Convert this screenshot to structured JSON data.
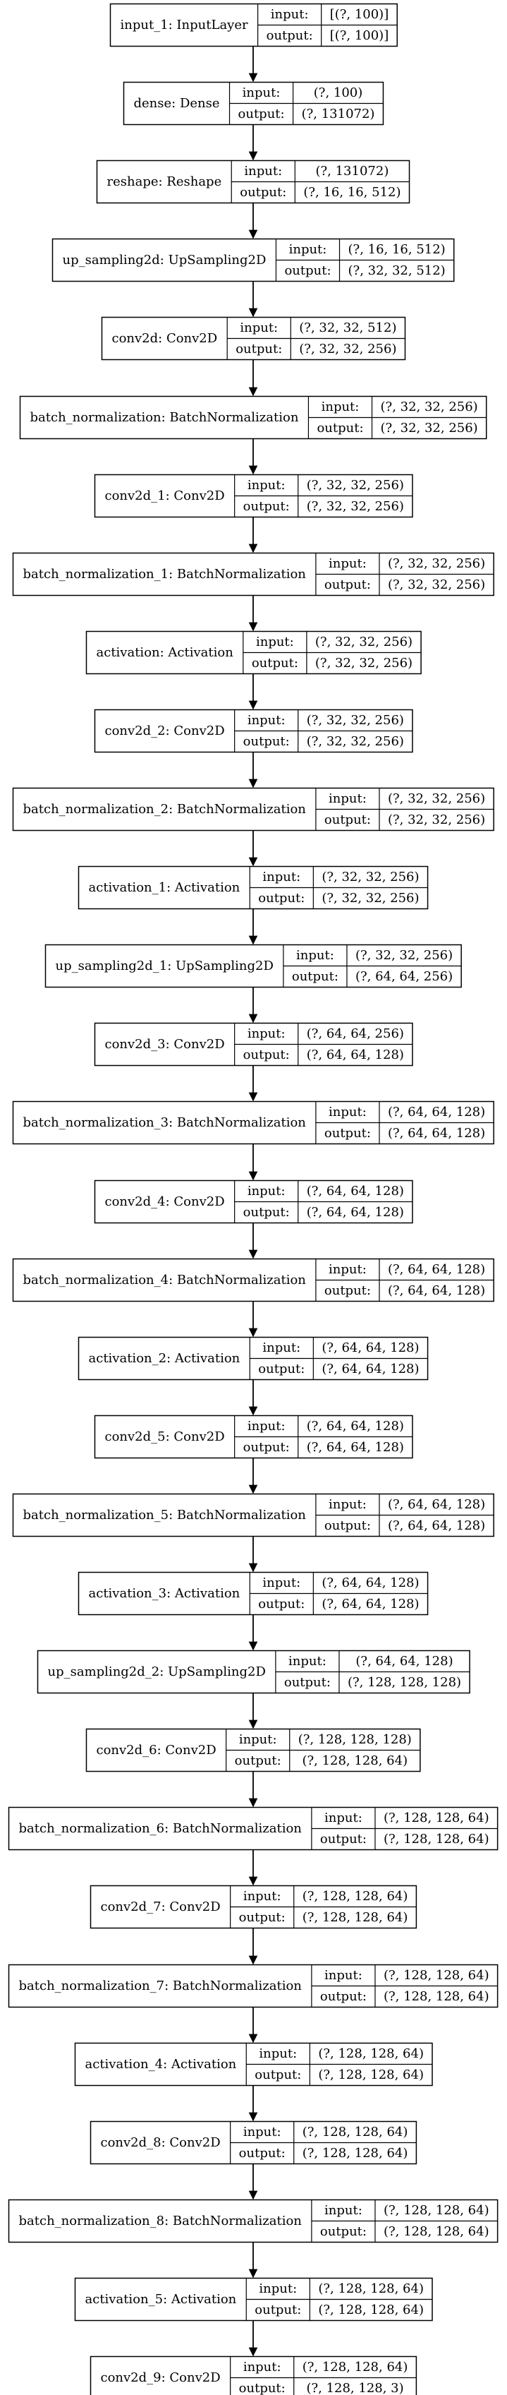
{
  "diagram": {
    "layers": [
      {
        "name": "input_1: InputLayer",
        "input_label": "input:",
        "input_shape": "[(?, 100)]",
        "output_label": "output:",
        "output_shape": "[(?, 100)]"
      },
      {
        "name": "dense: Dense",
        "input_label": "input:",
        "input_shape": "(?, 100)",
        "output_label": "output:",
        "output_shape": "(?, 131072)"
      },
      {
        "name": "reshape: Reshape",
        "input_label": "input:",
        "input_shape": "(?, 131072)",
        "output_label": "output:",
        "output_shape": "(?, 16, 16, 512)"
      },
      {
        "name": "up_sampling2d: UpSampling2D",
        "input_label": "input:",
        "input_shape": "(?, 16, 16, 512)",
        "output_label": "output:",
        "output_shape": "(?, 32, 32, 512)"
      },
      {
        "name": "conv2d: Conv2D",
        "input_label": "input:",
        "input_shape": "(?, 32, 32, 512)",
        "output_label": "output:",
        "output_shape": "(?, 32, 32, 256)"
      },
      {
        "name": "batch_normalization: BatchNormalization",
        "input_label": "input:",
        "input_shape": "(?, 32, 32, 256)",
        "output_label": "output:",
        "output_shape": "(?, 32, 32, 256)"
      },
      {
        "name": "conv2d_1: Conv2D",
        "input_label": "input:",
        "input_shape": "(?, 32, 32, 256)",
        "output_label": "output:",
        "output_shape": "(?, 32, 32, 256)"
      },
      {
        "name": "batch_normalization_1: BatchNormalization",
        "input_label": "input:",
        "input_shape": "(?, 32, 32, 256)",
        "output_label": "output:",
        "output_shape": "(?, 32, 32, 256)"
      },
      {
        "name": "activation: Activation",
        "input_label": "input:",
        "input_shape": "(?, 32, 32, 256)",
        "output_label": "output:",
        "output_shape": "(?, 32, 32, 256)"
      },
      {
        "name": "conv2d_2: Conv2D",
        "input_label": "input:",
        "input_shape": "(?, 32, 32, 256)",
        "output_label": "output:",
        "output_shape": "(?, 32, 32, 256)"
      },
      {
        "name": "batch_normalization_2: BatchNormalization",
        "input_label": "input:",
        "input_shape": "(?, 32, 32, 256)",
        "output_label": "output:",
        "output_shape": "(?, 32, 32, 256)"
      },
      {
        "name": "activation_1: Activation",
        "input_label": "input:",
        "input_shape": "(?, 32, 32, 256)",
        "output_label": "output:",
        "output_shape": "(?, 32, 32, 256)"
      },
      {
        "name": "up_sampling2d_1: UpSampling2D",
        "input_label": "input:",
        "input_shape": "(?, 32, 32, 256)",
        "output_label": "output:",
        "output_shape": "(?, 64, 64, 256)"
      },
      {
        "name": "conv2d_3: Conv2D",
        "input_label": "input:",
        "input_shape": "(?, 64, 64, 256)",
        "output_label": "output:",
        "output_shape": "(?, 64, 64, 128)"
      },
      {
        "name": "batch_normalization_3: BatchNormalization",
        "input_label": "input:",
        "input_shape": "(?, 64, 64, 128)",
        "output_label": "output:",
        "output_shape": "(?, 64, 64, 128)"
      },
      {
        "name": "conv2d_4: Conv2D",
        "input_label": "input:",
        "input_shape": "(?, 64, 64, 128)",
        "output_label": "output:",
        "output_shape": "(?, 64, 64, 128)"
      },
      {
        "name": "batch_normalization_4: BatchNormalization",
        "input_label": "input:",
        "input_shape": "(?, 64, 64, 128)",
        "output_label": "output:",
        "output_shape": "(?, 64, 64, 128)"
      },
      {
        "name": "activation_2: Activation",
        "input_label": "input:",
        "input_shape": "(?, 64, 64, 128)",
        "output_label": "output:",
        "output_shape": "(?, 64, 64, 128)"
      },
      {
        "name": "conv2d_5: Conv2D",
        "input_label": "input:",
        "input_shape": "(?, 64, 64, 128)",
        "output_label": "output:",
        "output_shape": "(?, 64, 64, 128)"
      },
      {
        "name": "batch_normalization_5: BatchNormalization",
        "input_label": "input:",
        "input_shape": "(?, 64, 64, 128)",
        "output_label": "output:",
        "output_shape": "(?, 64, 64, 128)"
      },
      {
        "name": "activation_3: Activation",
        "input_label": "input:",
        "input_shape": "(?, 64, 64, 128)",
        "output_label": "output:",
        "output_shape": "(?, 64, 64, 128)"
      },
      {
        "name": "up_sampling2d_2: UpSampling2D",
        "input_label": "input:",
        "input_shape": "(?, 64, 64, 128)",
        "output_label": "output:",
        "output_shape": "(?, 128, 128, 128)"
      },
      {
        "name": "conv2d_6: Conv2D",
        "input_label": "input:",
        "input_shape": "(?, 128, 128, 128)",
        "output_label": "output:",
        "output_shape": "(?, 128, 128, 64)"
      },
      {
        "name": "batch_normalization_6: BatchNormalization",
        "input_label": "input:",
        "input_shape": "(?, 128, 128, 64)",
        "output_label": "output:",
        "output_shape": "(?, 128, 128, 64)"
      },
      {
        "name": "conv2d_7: Conv2D",
        "input_label": "input:",
        "input_shape": "(?, 128, 128, 64)",
        "output_label": "output:",
        "output_shape": "(?, 128, 128, 64)"
      },
      {
        "name": "batch_normalization_7: BatchNormalization",
        "input_label": "input:",
        "input_shape": "(?, 128, 128, 64)",
        "output_label": "output:",
        "output_shape": "(?, 128, 128, 64)"
      },
      {
        "name": "activation_4: Activation",
        "input_label": "input:",
        "input_shape": "(?, 128, 128, 64)",
        "output_label": "output:",
        "output_shape": "(?, 128, 128, 64)"
      },
      {
        "name": "conv2d_8: Conv2D",
        "input_label": "input:",
        "input_shape": "(?, 128, 128, 64)",
        "output_label": "output:",
        "output_shape": "(?, 128, 128, 64)"
      },
      {
        "name": "batch_normalization_8: BatchNormalization",
        "input_label": "input:",
        "input_shape": "(?, 128, 128, 64)",
        "output_label": "output:",
        "output_shape": "(?, 128, 128, 64)"
      },
      {
        "name": "activation_5: Activation",
        "input_label": "input:",
        "input_shape": "(?, 128, 128, 64)",
        "output_label": "output:",
        "output_shape": "(?, 128, 128, 64)"
      },
      {
        "name": "conv2d_9: Conv2D",
        "input_label": "input:",
        "input_shape": "(?, 128, 128, 64)",
        "output_label": "output:",
        "output_shape": "(?, 128, 128, 3)"
      }
    ]
  }
}
